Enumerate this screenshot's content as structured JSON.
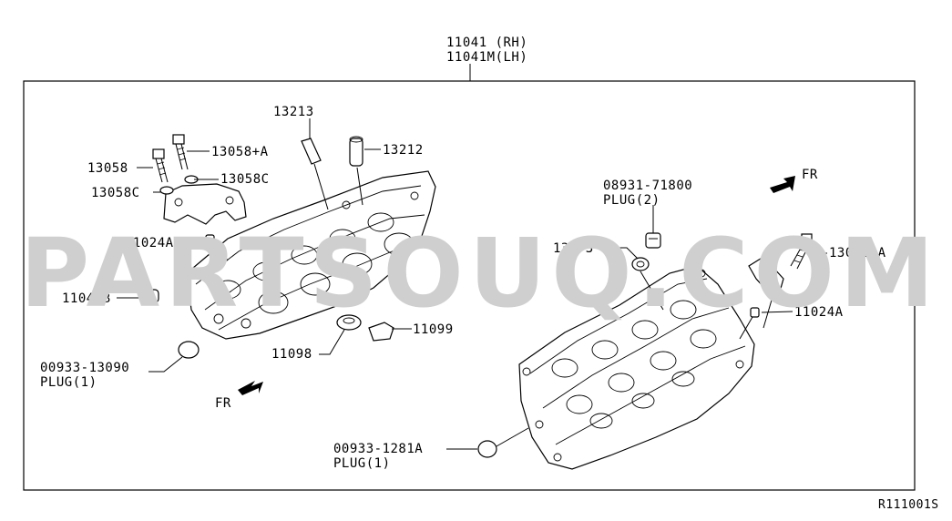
{
  "watermark": "PARTSOUQ.COM",
  "diagram_code": "R111001S",
  "labels": {
    "head_rh": "11041 (RH)",
    "head_lh": "11041M(LH)",
    "p13213": "13213",
    "p13212": "13212",
    "p13058": "13058",
    "p13058a_left": "13058+A",
    "p13058c_left": "13058C",
    "p13058c_right": "13058C",
    "p11024a_left": "11024A",
    "p11048b": "11048B",
    "p00933_13090": "00933-13090",
    "plug1_left": "PLUG(1)",
    "fr_left": "FR",
    "p11098": "11098",
    "p11099": "11099",
    "p08931": "08931-71800",
    "plug2": "PLUG(2)",
    "fr_right": "FR",
    "p13273": "13273",
    "p13058a_right": "13058+A",
    "p11024a_right": "11024A",
    "p00933_1281a": "00933-1281A",
    "plug1_right": "PLUG(1)"
  },
  "icons": {
    "fr_arrow_left": "arrow-southwest-icon",
    "fr_arrow_right": "arrow-northeast-icon"
  }
}
